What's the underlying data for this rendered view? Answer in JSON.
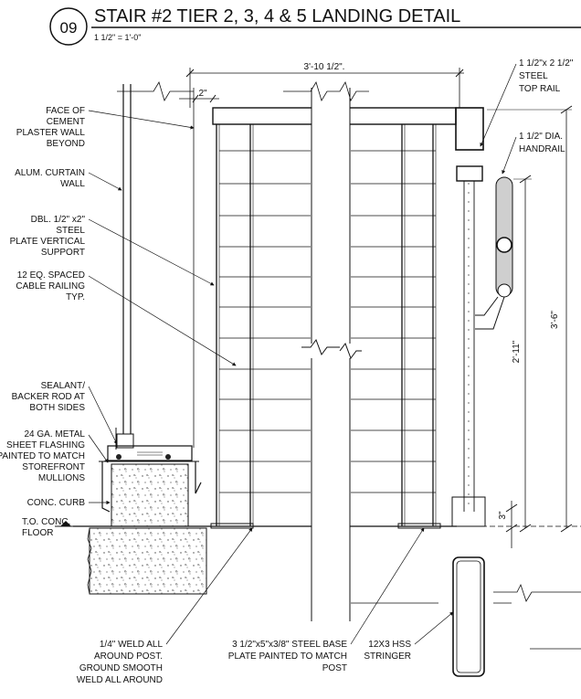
{
  "detail": {
    "number": "09",
    "title": "STAIR #2  TIER 2, 3, 4 & 5 LANDING DETAIL",
    "scale": "1 1/2\" = 1'-0\""
  },
  "dimensions": {
    "width_top": "3'-10 1/2\".",
    "offset": "2\"",
    "height_total": "3'-6\"",
    "height_handrail": "2'-11\"",
    "curb_gap": "3\""
  },
  "labels_left": {
    "face_of_cement": [
      "FACE OF",
      "CEMENT",
      "PLASTER WALL",
      "BEYOND"
    ],
    "curtain_wall": [
      "ALUM. CURTAIN",
      "WALL"
    ],
    "plate_support": [
      "DBL. 1/2\" x2\"",
      "STEEL",
      "PLATE VERTICAL",
      "SUPPORT"
    ],
    "cable_railing": [
      "12 EQ. SPACED",
      "CABLE RAILING",
      "TYP."
    ],
    "sealant": [
      "SEALANT/",
      "BACKER ROD AT",
      "BOTH SIDES"
    ],
    "flashing": [
      "24 GA. METAL",
      "SHEET FLASHING",
      "PAINTED TO MATCH",
      "STOREFRONT",
      "MULLIONS"
    ],
    "curb": [
      "CONC. CURB"
    ],
    "floor": [
      "T.O. CONC.",
      "FLOOR"
    ]
  },
  "labels_right": {
    "top_rail": [
      "1 1/2\"x 2 1/2\"",
      "STEEL",
      "TOP RAIL"
    ],
    "handrail": [
      "1 1/2\" DIA.",
      "HANDRAIL"
    ]
  },
  "labels_bottom": {
    "weld": [
      "1/4\" WELD ALL",
      "AROUND POST.",
      "GROUND SMOOTH",
      "WELD ALL AROUND"
    ],
    "base_plate": [
      "3 1/2\"x5\"x3/8\" STEEL BASE",
      "PLATE PAINTED TO MATCH",
      "POST"
    ],
    "stringer": [
      "12X3 HSS",
      "STRINGER"
    ]
  }
}
